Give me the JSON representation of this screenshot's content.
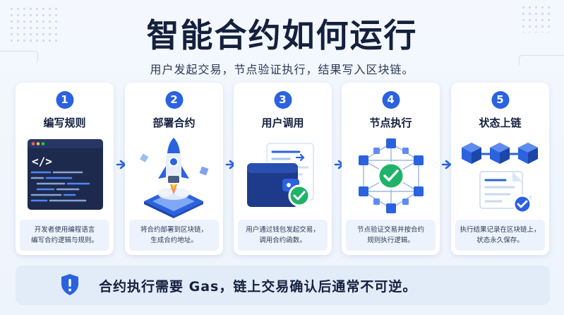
{
  "header": {
    "title": "智能合约如何运行",
    "subtitle": "用户发起交易，节点验证执行，结果写入区块链。"
  },
  "steps": [
    {
      "number": "1",
      "title": "编写规则",
      "desc_line1": "开发者使用编程语言",
      "desc_line2": "编写合约逻辑与规则。",
      "icon": "code-editor-icon",
      "code_tag": "</>"
    },
    {
      "number": "2",
      "title": "部署合约",
      "desc_line1": "将合约部署到区块链，",
      "desc_line2": "生成合约地址。",
      "icon": "rocket-icon"
    },
    {
      "number": "3",
      "title": "用户调用",
      "desc_line1": "用户通过钱包发起交易，",
      "desc_line2": "调用合约函数。",
      "icon": "wallet-icon"
    },
    {
      "number": "4",
      "title": "节点执行",
      "desc_line1": "节点验证交易并按合约",
      "desc_line2": "规则执行逻辑。",
      "icon": "node-network-icon"
    },
    {
      "number": "5",
      "title": "状态上链",
      "desc_line1": "执行结果记录在区块链上，",
      "desc_line2": "状态永久保存。",
      "icon": "blockchain-record-icon"
    }
  ],
  "footer": {
    "text": "合约执行需要 Gas，链上交易确认后通常不可逆。",
    "icon": "shield-alert-icon"
  },
  "colors": {
    "primary": "#2a62e0",
    "success": "#1fb36a",
    "title": "#14203e",
    "background": "#f4f8fe"
  }
}
